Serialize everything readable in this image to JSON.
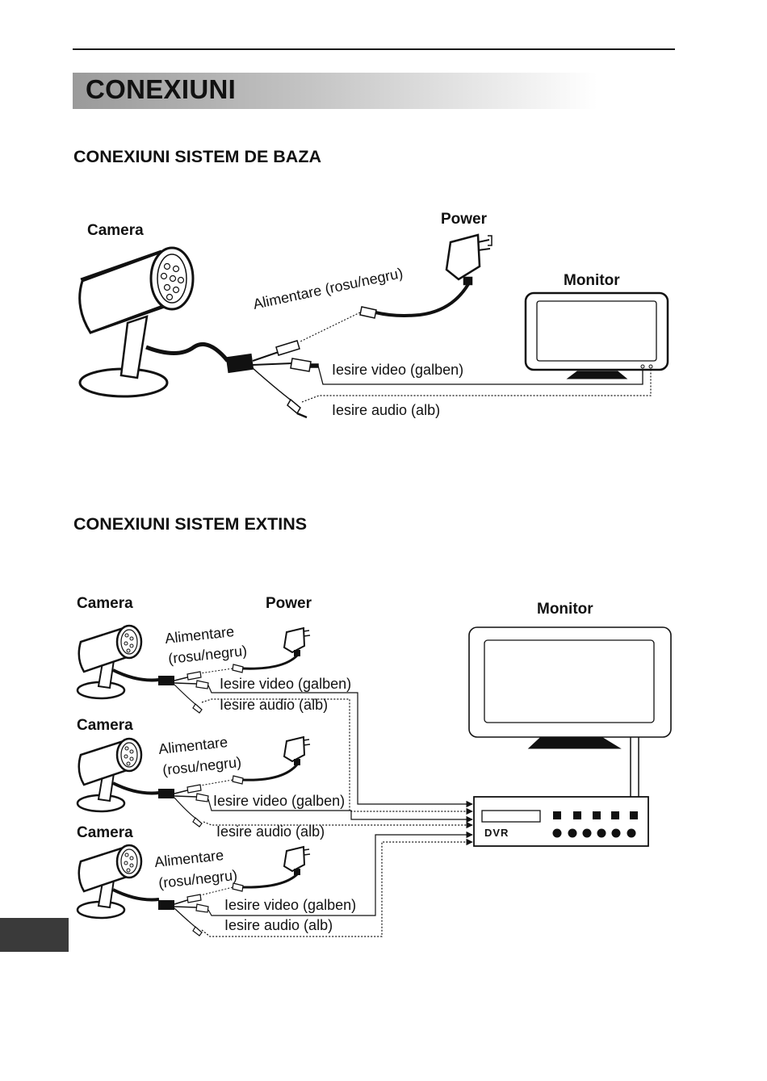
{
  "page": {
    "banner_title": "CONEXIUNI",
    "section1_title": "CONEXIUNI SISTEM DE BAZA",
    "section2_title": "CONEXIUNI SISTEM EXTINS"
  },
  "basic": {
    "camera_label": "Camera",
    "power_label": "Power",
    "monitor_label": "Monitor",
    "power_cable_label": "Alimentare (rosu/negru)",
    "video_label": "Iesire video (galben)",
    "audio_label": "Iesire audio (alb)"
  },
  "extended": {
    "camera_label": "Camera",
    "power_label": "Power",
    "monitor_label": "Monitor",
    "dvr_label": "DVR",
    "power_line1": "Alimentare",
    "power_line2": "(rosu/negru)",
    "video_label": "Iesire video (galben)",
    "audio_label": "Iesire audio (alb)"
  }
}
